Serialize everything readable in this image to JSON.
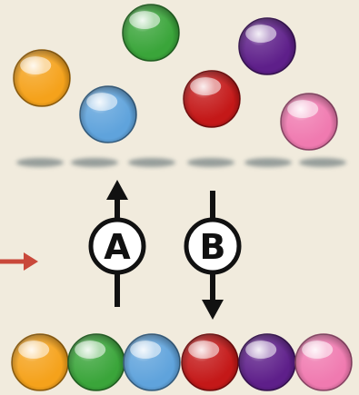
{
  "colors": {
    "background": "#f1ebdd",
    "orange": "#f5a21b",
    "green": "#3aa53a",
    "blue": "#5fa3dc",
    "red": "#c41818",
    "purple": "#5e1f8a",
    "pink": "#f07ab0",
    "arrow": "#c9483a",
    "ink": "#111111"
  },
  "top_marbles": [
    "orange",
    "blue",
    "green",
    "red",
    "purple",
    "pink"
  ],
  "bottom_row": [
    "orange",
    "green",
    "blue",
    "red",
    "purple",
    "pink"
  ],
  "operations": [
    {
      "label": "A",
      "direction": "up",
      "icon": "arrow-up-icon"
    },
    {
      "label": "B",
      "direction": "down",
      "icon": "arrow-down-icon"
    }
  ],
  "side_indicator": {
    "icon": "arrow-right-icon"
  }
}
